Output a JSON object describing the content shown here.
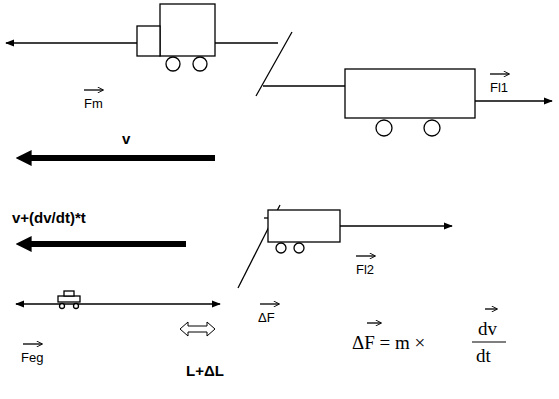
{
  "diagram": {
    "labels": [
      "Fm",
      "v",
      "Fl1",
      "v+(dv/dt)*t",
      "Fl2",
      "ΔF",
      "Feg",
      "L+ΔL",
      "ΔF = m ×",
      "dv",
      "dt"
    ]
  }
}
